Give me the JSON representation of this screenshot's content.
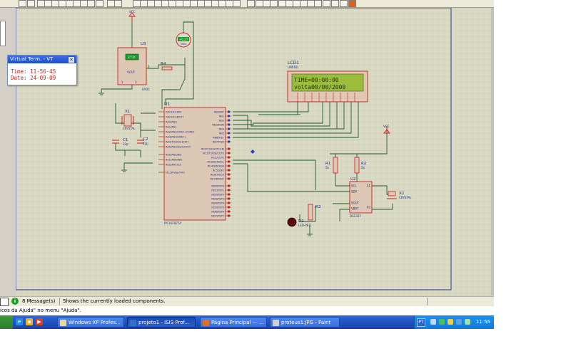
{
  "colors": {
    "canvas_bg": "#d9d9c4",
    "grid": "#c4c4ad",
    "sheet_border": "#1f3ba0",
    "wire": "#1f5a2c",
    "component": "#c81f1f",
    "lcd_screen": "#9bbd3a",
    "lcd_text": "#1e3210",
    "terminal_text": "#cc1a1a",
    "taskbar": "#2157c8"
  },
  "virtual_terminal": {
    "title": "Virtual Term. - VT",
    "lines": [
      "Time: 11-56-45",
      "Date: 24-09-09"
    ]
  },
  "lcd": {
    "ref": "LCD1",
    "part": "LM016L",
    "line1": "TIME=00:00:00",
    "line2": "volta00/00/2000"
  },
  "power": {
    "vcc_label": "VCC"
  },
  "components": {
    "u3": {
      "ref": "U3",
      "part": "LM35",
      "value": "VOUT"
    },
    "r4": {
      "ref": "R4"
    },
    "u1": {
      "ref": "U1",
      "part": "PIC16F877A"
    },
    "x1": {
      "ref": "X1",
      "part": "CRYSTAL"
    },
    "c1": {
      "ref": "C1",
      "value": "22p"
    },
    "c2": {
      "ref": "C2",
      "value": "22p"
    },
    "r1": {
      "ref": "R1",
      "value": "5k"
    },
    "r2": {
      "ref": "R2",
      "value": "5k"
    },
    "r3": {
      "ref": "R3"
    },
    "u2": {
      "ref": "U2",
      "part": "DS1307"
    },
    "x2": {
      "ref": "X2",
      "part": "CRYSTAL"
    },
    "d1": {
      "ref": "D1",
      "part": "LED-RED"
    }
  },
  "pic_pins_left": [
    "OSC1/CLKIN",
    "OSC2/CLKOUT",
    "RA0/AN0",
    "RA1/AN1",
    "RA2/AN2/VREF-/CVREF",
    "RA3/AN3/VREF+",
    "RA4/T0CKI/C1OUT",
    "RA5/AN4/SS/C2OUT",
    "RE0/AN5/RD",
    "RE1/AN6/WR",
    "RE2/AN7/CS",
    "MCLR/Vpp/THV"
  ],
  "pic_pins_right": [
    "RB0/INT",
    "RB1",
    "RB2",
    "RB3/PGM",
    "RB4",
    "RB5",
    "RB6/PGC",
    "RB7/PGD",
    "RC0/T1OSO/T1CKI",
    "RC1/T1OSI/CCP2",
    "RC2/CCP1",
    "RC3/SCK/SCL",
    "RC4/SDI/SDA",
    "RC5/SDO",
    "RC6/TX/CK",
    "RC7/RX/DT",
    "RD0/PSP0",
    "RD1/PSP1",
    "RD2/PSP2",
    "RD3/PSP3",
    "RD4/PSP4",
    "RD5/PSP5",
    "RD6/PSP6",
    "RD7/PSP7"
  ],
  "ds1307_pins_left": [
    "SCL",
    "SDA",
    "",
    "SOUT",
    "VBAT"
  ],
  "ds1307_pins_right": [
    "X1",
    "X2"
  ],
  "status": {
    "message_count": "8 Message(s)",
    "text": "Shows the currently loaded components."
  },
  "help_text": "icos da Ajuda\" no menu \"Ajuda\".",
  "taskbar": {
    "tasks": [
      {
        "label": "Windows XP Profes...",
        "active": false
      },
      {
        "label": "projeto1 - ISIS Prof...",
        "active": true
      },
      {
        "label": "Página Principal — ...",
        "active": false
      },
      {
        "label": "proteus1.JPG - Paint",
        "active": false
      }
    ],
    "lang": "PT",
    "clock": "11:56"
  }
}
